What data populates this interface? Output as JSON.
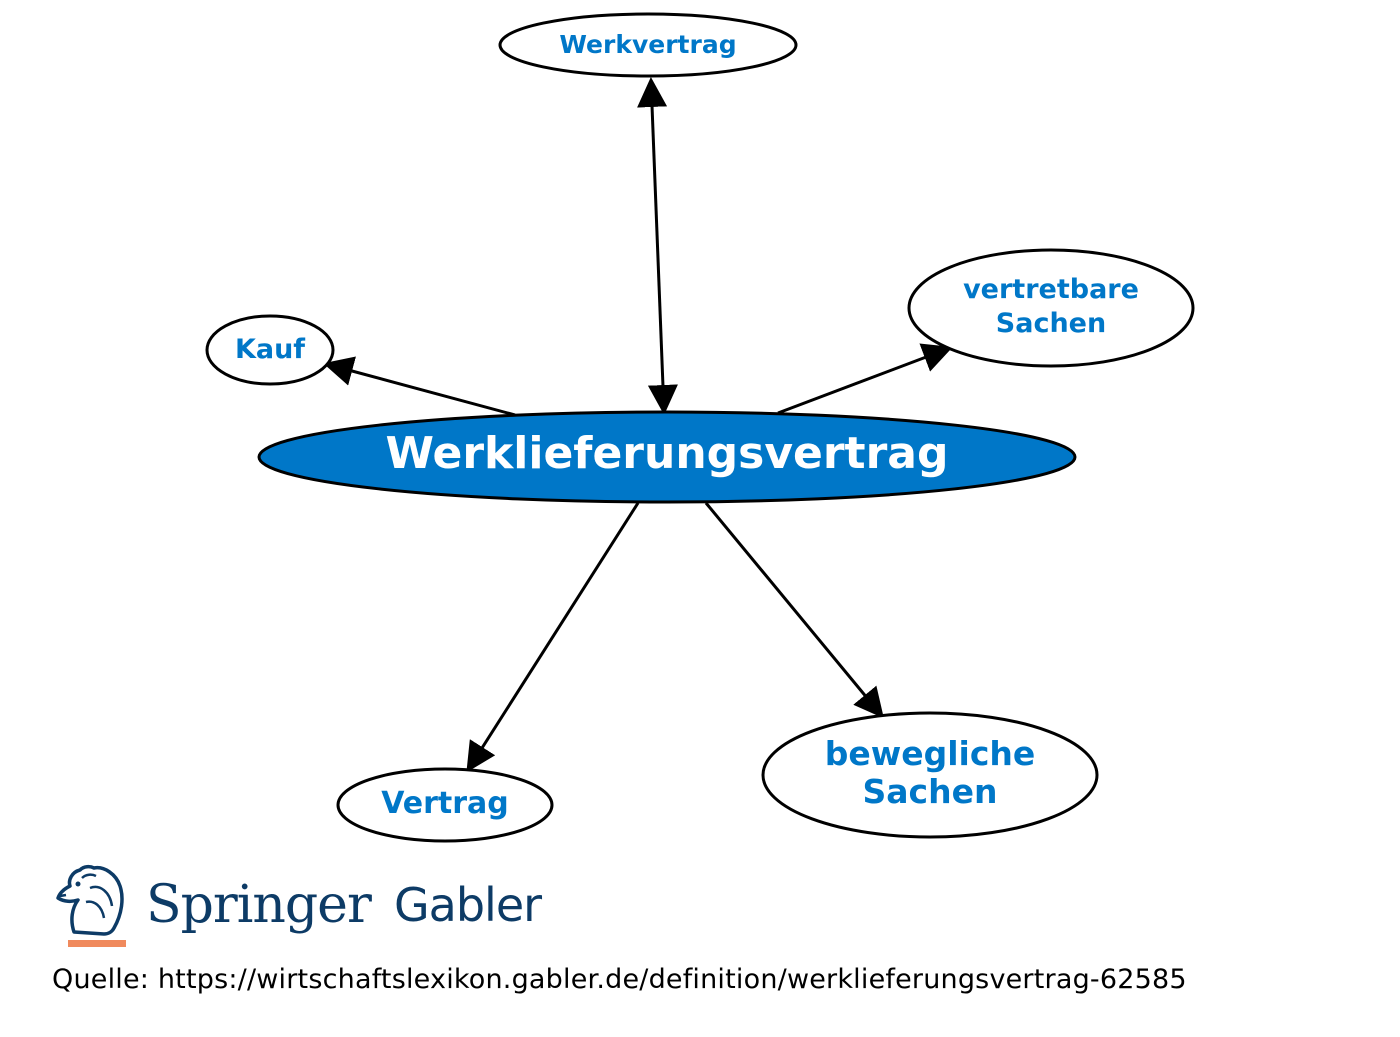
{
  "diagram": {
    "colors": {
      "accent": "#0077c8",
      "center_fill": "#0077c8",
      "center_text": "#ffffff",
      "node_fill": "#ffffff",
      "node_text": "#0077c8",
      "stroke": "#000000"
    },
    "center": {
      "label": "Werklieferungsvertrag"
    },
    "nodes": {
      "werkvertrag": {
        "label": "Werkvertrag"
      },
      "kauf": {
        "label": "Kauf"
      },
      "vertretbare_sachen": {
        "line1": "vertretbare",
        "line2": "Sachen"
      },
      "vertrag": {
        "label": "Vertrag"
      },
      "bewegliche_sachen": {
        "line1": "bewegliche",
        "line2": "Sachen"
      }
    }
  },
  "logo": {
    "icon": "springer-horse-icon",
    "brand": "Springer",
    "sub_brand": "Gabler",
    "accent_color": "#f08a5d",
    "brand_color": "#0d3b66"
  },
  "source_text": "Quelle: https://wirtschaftslexikon.gabler.de/definition/werklieferungsvertrag-62585"
}
